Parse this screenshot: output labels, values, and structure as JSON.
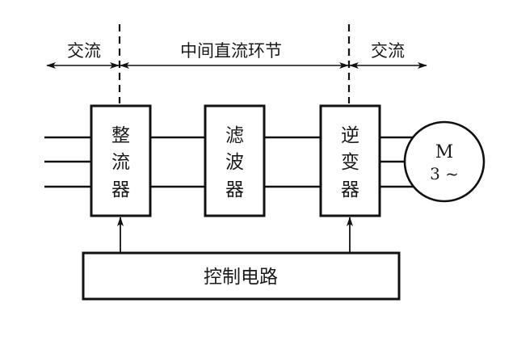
{
  "diagram": {
    "regions": {
      "left_ac": "交流",
      "dc_link": "中间直流环节",
      "right_ac": "交流"
    },
    "blocks": {
      "rectifier": [
        "整",
        "流",
        "器"
      ],
      "filter": [
        "滤",
        "波",
        "器"
      ],
      "inverter": [
        "逆",
        "变",
        "器"
      ],
      "control": "控制电路"
    },
    "motor": {
      "symbol": "M",
      "phases": "3 ~"
    },
    "colors": {
      "stroke": "#111111",
      "background": "#ffffff"
    }
  }
}
